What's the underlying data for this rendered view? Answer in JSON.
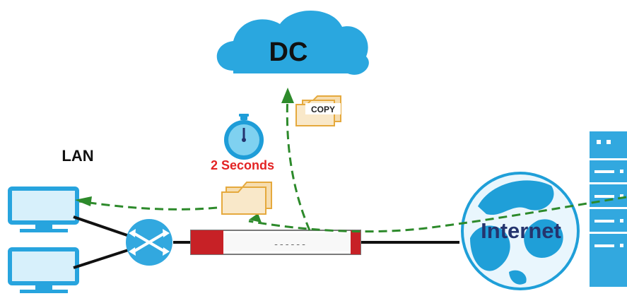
{
  "labels": {
    "cloud": "DC",
    "lan": "LAN",
    "timer": "2 Seconds",
    "internet": "Internet",
    "copy": "COPY",
    "firewall_dots": "------"
  },
  "colors": {
    "cloud_fill": "#2aa7df",
    "cloud_text": "#111111",
    "path_green": "#2d8a2b",
    "timer_text": "#e32324",
    "globe_fill": "#1f9fd8",
    "globe_text": "#24346e",
    "device_blue": "#32a8df",
    "firewall_red": "#c72126",
    "folder_fill": "#f6ddb0",
    "folder_stroke": "#e5a93d"
  }
}
